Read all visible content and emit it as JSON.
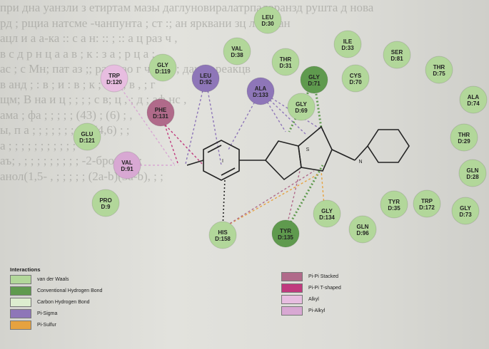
{
  "residues": [
    {
      "id": "leu30",
      "name": "LEU",
      "num": "D:30",
      "type": "vdw"
    },
    {
      "id": "ile33",
      "name": "ILE",
      "num": "D:33",
      "type": "vdw"
    },
    {
      "id": "val38",
      "name": "VAL",
      "num": "D:38",
      "type": "vdw"
    },
    {
      "id": "gly119",
      "name": "GLY",
      "num": "D:119",
      "type": "vdw"
    },
    {
      "id": "trp120",
      "name": "TRP",
      "num": "D:120",
      "type": "alkyl"
    },
    {
      "id": "leu92",
      "name": "LEU",
      "num": "D:92",
      "type": "pisigma"
    },
    {
      "id": "thr31",
      "name": "THR",
      "num": "D:31",
      "type": "vdw"
    },
    {
      "id": "ser81",
      "name": "SER",
      "num": "D:81",
      "type": "vdw"
    },
    {
      "id": "thr75",
      "name": "THR",
      "num": "D:75",
      "type": "vdw"
    },
    {
      "id": "ala133",
      "name": "ALA",
      "num": "D:133",
      "type": "pisigma"
    },
    {
      "id": "gly71",
      "name": "GLY",
      "num": "D:71",
      "type": "hbond"
    },
    {
      "id": "cys70",
      "name": "CYS",
      "num": "D:70",
      "type": "vdw"
    },
    {
      "id": "ala74",
      "name": "ALA",
      "num": "D:74",
      "type": "vdw"
    },
    {
      "id": "phe131",
      "name": "PHE",
      "num": "D:131",
      "type": "pipi"
    },
    {
      "id": "gly69",
      "name": "GLY",
      "num": "D:69",
      "type": "vdw"
    },
    {
      "id": "glu121",
      "name": "GLU",
      "num": "D:121",
      "type": "vdw"
    },
    {
      "id": "thr29",
      "name": "THR",
      "num": "D:29",
      "type": "vdw"
    },
    {
      "id": "val91",
      "name": "VAL",
      "num": "D:91",
      "type": "pialkyl"
    },
    {
      "id": "gln28",
      "name": "GLN",
      "num": "D:28",
      "type": "vdw"
    },
    {
      "id": "pro9",
      "name": "PRO",
      "num": "D:9",
      "type": "vdw"
    },
    {
      "id": "tyr",
      "name": "TYR",
      "num": "D:35",
      "type": "vdw"
    },
    {
      "id": "trp172",
      "name": "TRP",
      "num": "D:172",
      "type": "vdw"
    },
    {
      "id": "gly73",
      "name": "GLY",
      "num": "D:73",
      "type": "vdw"
    },
    {
      "id": "gly134",
      "name": "GLY",
      "num": "D:134",
      "type": "vdw"
    },
    {
      "id": "gln96",
      "name": "GLN",
      "num": "D:96",
      "type": "vdw"
    },
    {
      "id": "his158",
      "name": "HIS",
      "num": "D:158",
      "type": "vdw"
    },
    {
      "id": "tyr135",
      "name": "TYR",
      "num": "D:135",
      "type": "hbond"
    }
  ],
  "colors": {
    "vdw": "#b2d79a",
    "hbond": "#5f9a4e",
    "carbon_hbond": "#ddeecf",
    "pisigma": "#8e76b8",
    "pisulfur": "#e6a240",
    "pipi_stacked": "#b06a8a",
    "pipi_tshaped": "#c03a7e",
    "alkyl": "#e7bde0",
    "pialkyl": "#d8a8d3"
  },
  "legend": {
    "title": "Interactions",
    "items": [
      {
        "label": "van der Waals",
        "color": "#b2d79a"
      },
      {
        "label": "Conventional Hydrogen Bond",
        "color": "#5f9a4e"
      },
      {
        "label": "Carbon Hydrogen Bond",
        "color": "#ddeecf"
      },
      {
        "label": "Pi-Sigma",
        "color": "#8e76b8"
      },
      {
        "label": "Pi-Sulfur",
        "color": "#e6a240"
      },
      {
        "label": "Pi-Pi Stacked",
        "color": "#b06a8a"
      },
      {
        "label": "Pi-Pi T-shaped",
        "color": "#c03a7e"
      },
      {
        "label": "Alkyl",
        "color": "#e7bde0"
      },
      {
        "label": "Pi-Alkyl",
        "color": "#d8a8d3"
      }
    ]
  },
  "background_text": [
    "при  дна  уанзли  з  етиртам  мазы  даглуновиралатрпалоранзд   рушта  д  нова",
    "рд  ;  рщиа  натсме  -чанпунта  ; ст  :; ан  ярквани зц  ла  на  ан",
    "ацл  и  а  а-ка  ::  с  а  н:  :: ;  ::  а  ц  раз  ч  ,",
    "в  с  д  р  н  ц  а  а  в  ; к  :  з  а  ;  р  ц  а  ;",
    "ас  ;  с  Мн;  пат  аз  ;;  рас  нао   г  ч  ал  а  ;  дане  ;  реакцв",
    "в  анд  ;  :  в  ;  и  :  в  ;  к ;  н  д  ,  в  ,  ;  г",
    "щм;  В  на  и  ц  ;  ;  ;  ;  с  в;  ц  ,  ;  д  ;  аф  нс  ,",
    "ама  ;  фа  ;  ;  ;  ;  ;  (43)  ;  (6)  ;  ,",
    "ы,  п  а  ;  ;  ;  ;  ;  ;  ;  ;  5-(4,6)  ;  ;",
    "а  ;  ;  ;  ;  ;  ;  ;  ;  ;  ;  ;",
    "аъ;  ,  ;  ;  ;  ;  ;  ;  ;  ;  ;  -2-бром-5-  ;",
    "анол(1,5-  ,  ;  ;  ;  ;  ;  (2а-b)(3а-b),  ;  ;"
  ]
}
